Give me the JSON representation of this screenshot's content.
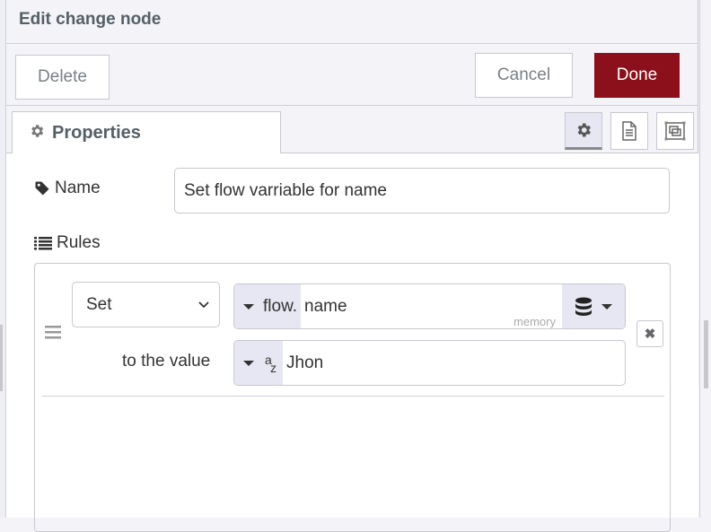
{
  "tray": {
    "title": "Edit change node",
    "buttons": {
      "delete": "Delete",
      "cancel": "Cancel",
      "done": "Done"
    },
    "colors": {
      "done_bg": "#8c101c",
      "tab_accent": "#e6e7f2"
    }
  },
  "tabs": {
    "active_label": "Properties",
    "icon_buttons": [
      "gear-icon",
      "document-icon",
      "frame-icon"
    ]
  },
  "form": {
    "name_label": "Name",
    "name_value": "Set flow varriable for name",
    "rules_label": "Rules"
  },
  "rule": {
    "action": "Set",
    "target_prefix": "flow.",
    "target_value": "name",
    "context_store": "memory",
    "to_label": "to the value",
    "value_type": "a z",
    "value_type_sup": "a",
    "value_type_sub": "z",
    "value": "Jhon",
    "remove": "✖"
  }
}
